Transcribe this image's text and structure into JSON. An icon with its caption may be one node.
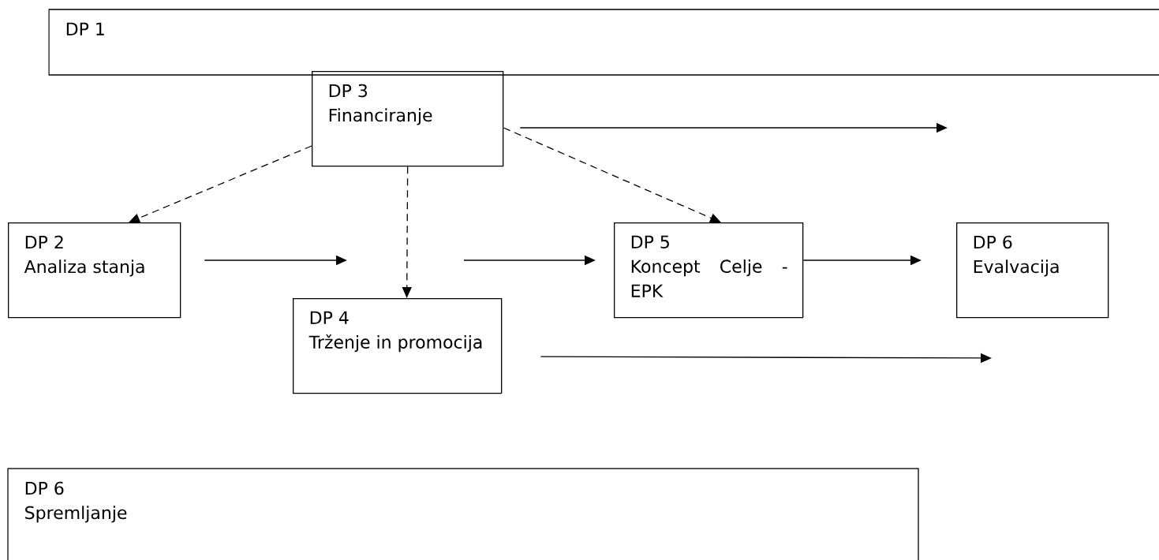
{
  "diagram": {
    "nodes": [
      {
        "text": [
          "DP 1"
        ]
      },
      {
        "text": [
          "DP 3",
          "Financiranje"
        ]
      },
      {
        "text": [
          "DP 2",
          "Analiza stanja"
        ]
      },
      {
        "text": [
          "DP 5",
          "Koncept Celje - EPK"
        ]
      },
      {
        "text": [
          "DP 6",
          "Evalvacija"
        ]
      },
      {
        "text": [
          "DP 4",
          "Trženje in promocija"
        ]
      },
      {
        "text": [
          "DP 6",
          "Spremljanje"
        ]
      }
    ],
    "edges": [
      {
        "from": 1,
        "to": 2,
        "arrow": "to",
        "style": "dashed"
      },
      {
        "from": 1,
        "to": 5,
        "arrow": "to",
        "style": "dashed"
      },
      {
        "from": 1,
        "to": 3,
        "arrow": "to",
        "style": "dashed"
      },
      {
        "from": 1,
        "to": null,
        "arrow": "to"
      },
      {
        "from": 2,
        "to": null,
        "arrow": "to"
      },
      {
        "from": null,
        "to": 3,
        "arrow": "to"
      },
      {
        "from": 3,
        "to": 4,
        "arrow": "to"
      },
      {
        "from": 5,
        "to": null,
        "arrow": "to"
      }
    ]
  }
}
